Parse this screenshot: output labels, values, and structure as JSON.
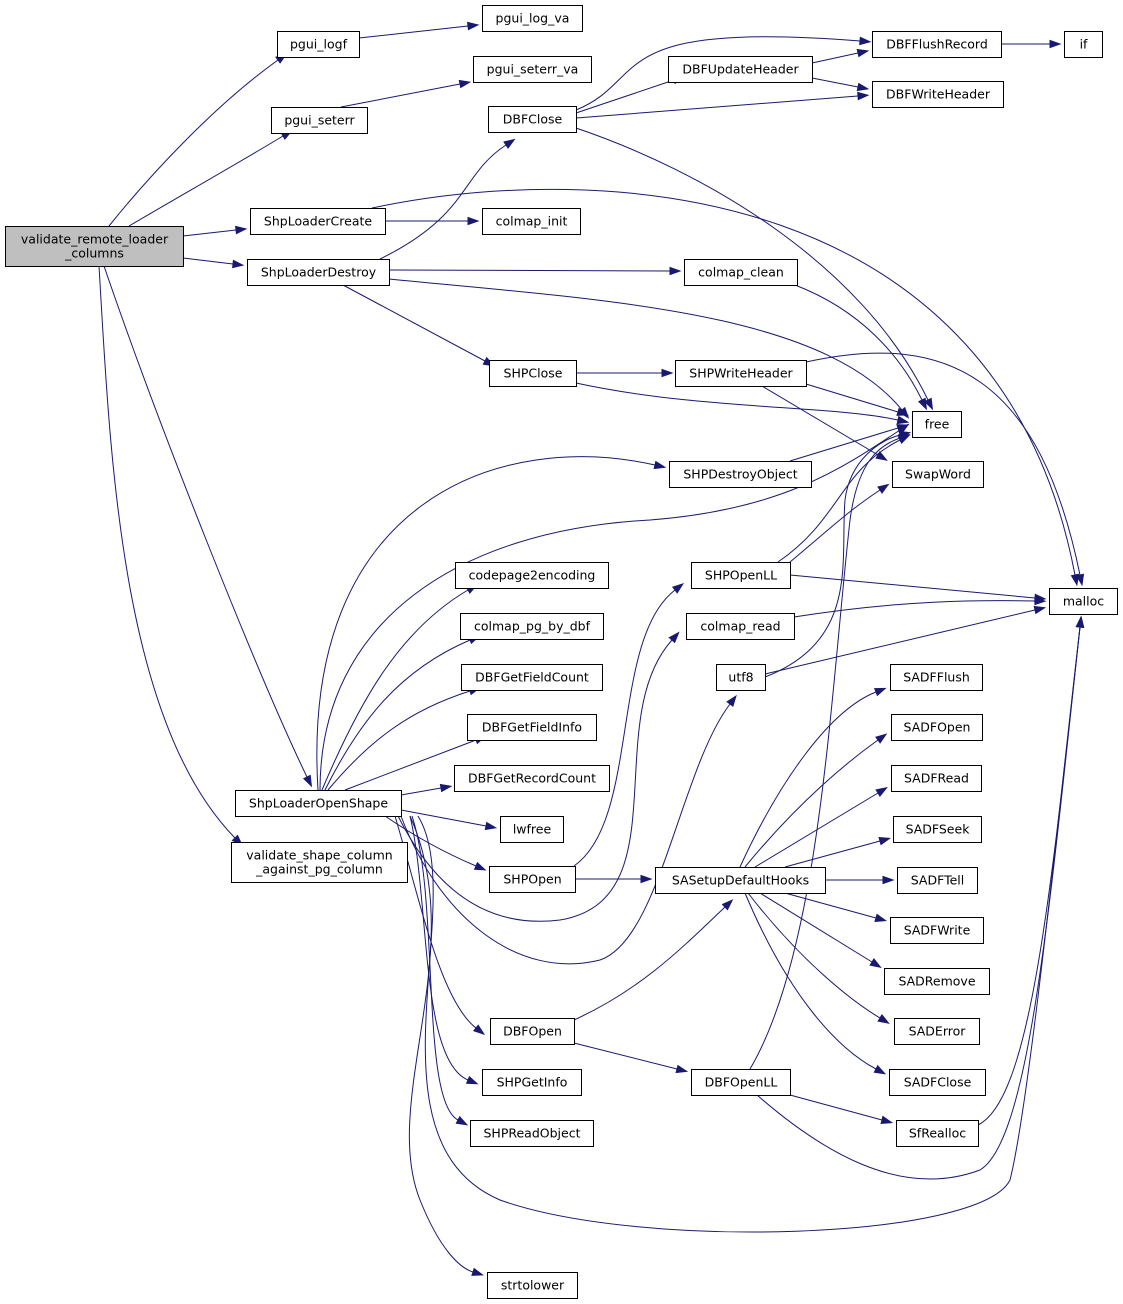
{
  "nodes": {
    "validate_remote_loader_columns": {
      "lines": [
        "validate_remote_loader",
        "_columns"
      ]
    },
    "validate_shape_column_against_pg_column": {
      "lines": [
        "validate_shape_column",
        "_against_pg_column"
      ]
    },
    "pgui_logf": {
      "lines": [
        "pgui_logf"
      ]
    },
    "pgui_log_va": {
      "lines": [
        "pgui_log_va"
      ]
    },
    "pgui_seterr": {
      "lines": [
        "pgui_seterr"
      ]
    },
    "pgui_seterr_va": {
      "lines": [
        "pgui_seterr_va"
      ]
    },
    "ShpLoaderCreate": {
      "lines": [
        "ShpLoaderCreate"
      ]
    },
    "colmap_init": {
      "lines": [
        "colmap_init"
      ]
    },
    "ShpLoaderDestroy": {
      "lines": [
        "ShpLoaderDestroy"
      ]
    },
    "colmap_clean": {
      "lines": [
        "colmap_clean"
      ]
    },
    "DBFClose": {
      "lines": [
        "DBFClose"
      ]
    },
    "DBFUpdateHeader": {
      "lines": [
        "DBFUpdateHeader"
      ]
    },
    "DBFFlushRecord": {
      "lines": [
        "DBFFlushRecord"
      ]
    },
    "DBFWriteHeader": {
      "lines": [
        "DBFWriteHeader"
      ]
    },
    "if": {
      "lines": [
        "if"
      ]
    },
    "SHPClose": {
      "lines": [
        "SHPClose"
      ]
    },
    "SHPWriteHeader": {
      "lines": [
        "SHPWriteHeader"
      ]
    },
    "free": {
      "lines": [
        "free"
      ]
    },
    "SwapWord": {
      "lines": [
        "SwapWord"
      ]
    },
    "SHPDestroyObject": {
      "lines": [
        "SHPDestroyObject"
      ]
    },
    "ShpLoaderOpenShape": {
      "lines": [
        "ShpLoaderOpenShape"
      ]
    },
    "codepage2encoding": {
      "lines": [
        "codepage2encoding"
      ]
    },
    "colmap_pg_by_dbf": {
      "lines": [
        "colmap_pg_by_dbf"
      ]
    },
    "DBFGetFieldCount": {
      "lines": [
        "DBFGetFieldCount"
      ]
    },
    "DBFGetFieldInfo": {
      "lines": [
        "DBFGetFieldInfo"
      ]
    },
    "DBFGetRecordCount": {
      "lines": [
        "DBFGetRecordCount"
      ]
    },
    "lwfree": {
      "lines": [
        "lwfree"
      ]
    },
    "SHPOpen": {
      "lines": [
        "SHPOpen"
      ]
    },
    "SHPOpenLL": {
      "lines": [
        "SHPOpenLL"
      ]
    },
    "colmap_read": {
      "lines": [
        "colmap_read"
      ]
    },
    "utf8": {
      "lines": [
        "utf8"
      ]
    },
    "malloc": {
      "lines": [
        "malloc"
      ]
    },
    "SASetupDefaultHooks": {
      "lines": [
        "SASetupDefaultHooks"
      ]
    },
    "SADFFlush": {
      "lines": [
        "SADFFlush"
      ]
    },
    "SADFOpen": {
      "lines": [
        "SADFOpen"
      ]
    },
    "SADFRead": {
      "lines": [
        "SADFRead"
      ]
    },
    "SADFSeek": {
      "lines": [
        "SADFSeek"
      ]
    },
    "SADFTell": {
      "lines": [
        "SADFTell"
      ]
    },
    "SADFWrite": {
      "lines": [
        "SADFWrite"
      ]
    },
    "SADRemove": {
      "lines": [
        "SADRemove"
      ]
    },
    "SADError": {
      "lines": [
        "SADError"
      ]
    },
    "SADFClose": {
      "lines": [
        "SADFClose"
      ]
    },
    "DBFOpen": {
      "lines": [
        "DBFOpen"
      ]
    },
    "DBFOpenLL": {
      "lines": [
        "DBFOpenLL"
      ]
    },
    "SfRealloc": {
      "lines": [
        "SfRealloc"
      ]
    },
    "SHPGetInfo": {
      "lines": [
        "SHPGetInfo"
      ]
    },
    "SHPReadObject": {
      "lines": [
        "SHPReadObject"
      ]
    },
    "strtolower": {
      "lines": [
        "strtolower"
      ]
    }
  },
  "edges": [
    [
      "validate_remote_loader_columns",
      "pgui_logf"
    ],
    [
      "validate_remote_loader_columns",
      "pgui_seterr"
    ],
    [
      "validate_remote_loader_columns",
      "ShpLoaderCreate"
    ],
    [
      "validate_remote_loader_columns",
      "ShpLoaderDestroy"
    ],
    [
      "validate_remote_loader_columns",
      "ShpLoaderOpenShape"
    ],
    [
      "validate_remote_loader_columns",
      "validate_shape_column_against_pg_column"
    ],
    [
      "pgui_logf",
      "pgui_log_va"
    ],
    [
      "pgui_seterr",
      "pgui_seterr_va"
    ],
    [
      "ShpLoaderCreate",
      "colmap_init"
    ],
    [
      "ShpLoaderCreate",
      "malloc"
    ],
    [
      "ShpLoaderDestroy",
      "DBFClose"
    ],
    [
      "ShpLoaderDestroy",
      "colmap_clean"
    ],
    [
      "ShpLoaderDestroy",
      "free"
    ],
    [
      "ShpLoaderDestroy",
      "SHPClose"
    ],
    [
      "DBFClose",
      "DBFFlushRecord"
    ],
    [
      "DBFClose",
      "DBFUpdateHeader"
    ],
    [
      "DBFClose",
      "DBFWriteHeader"
    ],
    [
      "DBFClose",
      "free"
    ],
    [
      "DBFUpdateHeader",
      "DBFFlushRecord"
    ],
    [
      "DBFUpdateHeader",
      "DBFWriteHeader"
    ],
    [
      "DBFFlushRecord",
      "if"
    ],
    [
      "colmap_clean",
      "free"
    ],
    [
      "SHPClose",
      "SHPWriteHeader"
    ],
    [
      "SHPClose",
      "free"
    ],
    [
      "SHPWriteHeader",
      "free"
    ],
    [
      "SHPWriteHeader",
      "SwapWord"
    ],
    [
      "SHPWriteHeader",
      "malloc"
    ],
    [
      "SHPDestroyObject",
      "free"
    ],
    [
      "ShpLoaderOpenShape",
      "SHPDestroyObject"
    ],
    [
      "ShpLoaderOpenShape",
      "free"
    ],
    [
      "ShpLoaderOpenShape",
      "codepage2encoding"
    ],
    [
      "ShpLoaderOpenShape",
      "colmap_pg_by_dbf"
    ],
    [
      "ShpLoaderOpenShape",
      "DBFGetFieldCount"
    ],
    [
      "ShpLoaderOpenShape",
      "DBFGetFieldInfo"
    ],
    [
      "ShpLoaderOpenShape",
      "DBFGetRecordCount"
    ],
    [
      "ShpLoaderOpenShape",
      "lwfree"
    ],
    [
      "ShpLoaderOpenShape",
      "SHPOpen"
    ],
    [
      "ShpLoaderOpenShape",
      "colmap_read"
    ],
    [
      "ShpLoaderOpenShape",
      "utf8"
    ],
    [
      "ShpLoaderOpenShape",
      "DBFOpen"
    ],
    [
      "ShpLoaderOpenShape",
      "SHPGetInfo"
    ],
    [
      "ShpLoaderOpenShape",
      "SHPReadObject"
    ],
    [
      "ShpLoaderOpenShape",
      "malloc"
    ],
    [
      "ShpLoaderOpenShape",
      "strtolower"
    ],
    [
      "SHPOpen",
      "SHPOpenLL"
    ],
    [
      "SHPOpen",
      "SASetupDefaultHooks"
    ],
    [
      "SHPOpenLL",
      "free"
    ],
    [
      "SHPOpenLL",
      "SwapWord"
    ],
    [
      "SHPOpenLL",
      "malloc"
    ],
    [
      "colmap_read",
      "malloc"
    ],
    [
      "utf8",
      "free"
    ],
    [
      "utf8",
      "malloc"
    ],
    [
      "SASetupDefaultHooks",
      "SADFFlush"
    ],
    [
      "SASetupDefaultHooks",
      "SADFOpen"
    ],
    [
      "SASetupDefaultHooks",
      "SADFRead"
    ],
    [
      "SASetupDefaultHooks",
      "SADFSeek"
    ],
    [
      "SASetupDefaultHooks",
      "SADFTell"
    ],
    [
      "SASetupDefaultHooks",
      "SADFWrite"
    ],
    [
      "SASetupDefaultHooks",
      "SADRemove"
    ],
    [
      "SASetupDefaultHooks",
      "SADError"
    ],
    [
      "SASetupDefaultHooks",
      "SADFClose"
    ],
    [
      "DBFOpen",
      "SASetupDefaultHooks"
    ],
    [
      "DBFOpen",
      "DBFOpenLL"
    ],
    [
      "DBFOpenLL",
      "free"
    ],
    [
      "DBFOpenLL",
      "SfRealloc"
    ],
    [
      "DBFOpenLL",
      "malloc"
    ],
    [
      "SfRealloc",
      "malloc"
    ]
  ],
  "colors": {
    "edge": "#191970",
    "root_fill": "#bfbfbf",
    "node_fill": "#ffffff",
    "node_border": "#000000"
  }
}
